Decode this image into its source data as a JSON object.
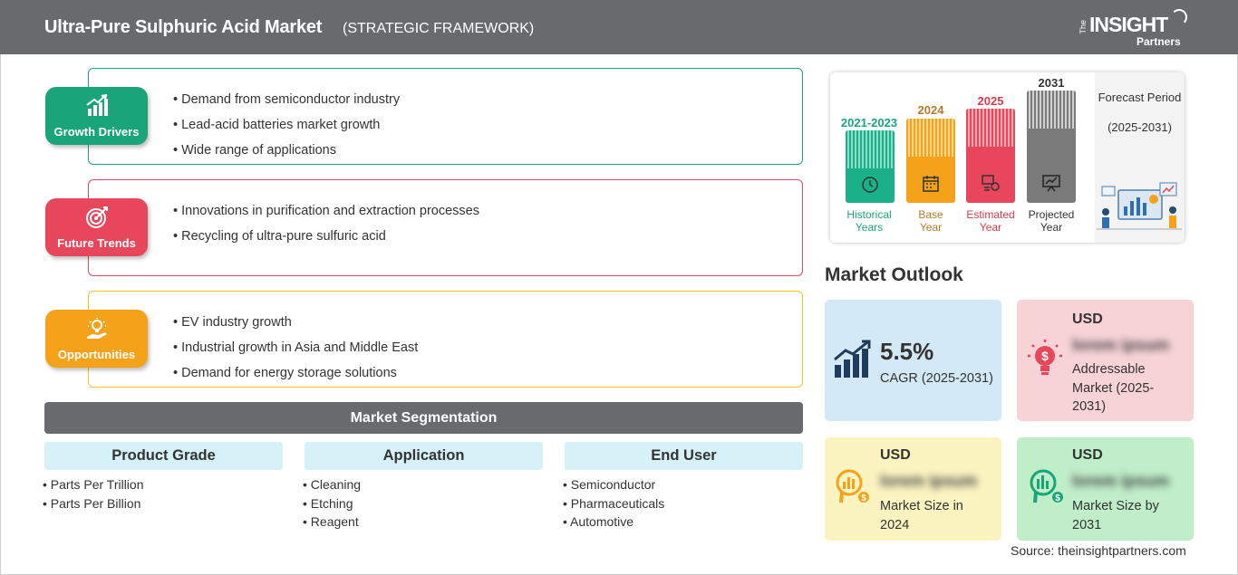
{
  "header": {
    "title": "Ultra-Pure Sulphuric Acid Market",
    "subtitle": "(STRATEGIC FRAMEWORK)",
    "logo": {
      "the": "The",
      "insight": "INSIGHT",
      "partners": "Partners"
    }
  },
  "framework": [
    {
      "label": "Growth Drivers",
      "color": "#1aa579",
      "icon": "growth-chart-icon",
      "items": [
        "Demand from semiconductor industry",
        "Lead-acid batteries market growth",
        "Wide range of applications"
      ]
    },
    {
      "label": "Future Trends",
      "color": "#e8475b",
      "icon": "target-icon",
      "items": [
        "Innovations in purification and extraction processes",
        "Recycling of ultra-pure sulfuric acid"
      ]
    },
    {
      "label": "Opportunities",
      "color": "#f5a21b",
      "icon": "idea-hand-icon",
      "items": [
        "EV industry growth",
        "Industrial growth in Asia and Middle East",
        "Demand for energy storage solutions"
      ]
    }
  ],
  "segmentation": {
    "title": "Market Segmentation",
    "groups": [
      {
        "title": "Product Grade",
        "items": [
          "Parts Per Trillion",
          "Parts Per Billion"
        ]
      },
      {
        "title": "Application",
        "items": [
          "Cleaning",
          "Etching",
          "Reagent"
        ]
      },
      {
        "title": "End User",
        "items": [
          "Semiconductor",
          "Pharmaceuticals",
          "Automotive"
        ]
      }
    ]
  },
  "timeline": {
    "columns": [
      {
        "year": "2021-2023",
        "label_line1": "Historical",
        "label_line2": "Years",
        "color": "#19b08a",
        "icon": "history-icon"
      },
      {
        "year": "2024",
        "label_line1": "Base",
        "label_line2": "Year",
        "color": "#f5a21b",
        "icon": "calendar-icon"
      },
      {
        "year": "2025",
        "label_line1": "Estimated",
        "label_line2": "Year",
        "color": "#e8475b",
        "icon": "estimate-icon"
      },
      {
        "year": "2031",
        "label_line1": "Projected",
        "label_line2": "Year",
        "color": "#7a7a7a",
        "icon": "presentation-icon"
      }
    ],
    "year_colors": [
      "#1aa579",
      "#b5792a",
      "#d63a4e",
      "#333333"
    ],
    "forecast_title": "Forecast Period",
    "forecast_range": "(2025-2031)"
  },
  "outlook": {
    "title": "Market Outlook",
    "cagr": {
      "value": "5.5%",
      "label": "CAGR (2025-2031)",
      "color": "#d3e9f5",
      "icon": "rising-bars-icon"
    },
    "addressable": {
      "currency": "USD",
      "value": "lorem ipsum",
      "label": "Addressable Market (2025-2031)",
      "color": "#f7d3d8",
      "icon": "lightbulb-dollar-icon"
    },
    "size_2024": {
      "currency": "USD",
      "value": "lorem ipsum",
      "label": "Market Size in 2024",
      "color": "#fbf3c0",
      "icon": "magnifier-chart-icon"
    },
    "size_2031": {
      "currency": "USD",
      "value": "lorem ipsum",
      "label": "Market Size by 2031",
      "color": "#bfeec9",
      "icon": "magnifier-bars-icon"
    }
  },
  "source": "Source: theinsightpartners.com"
}
